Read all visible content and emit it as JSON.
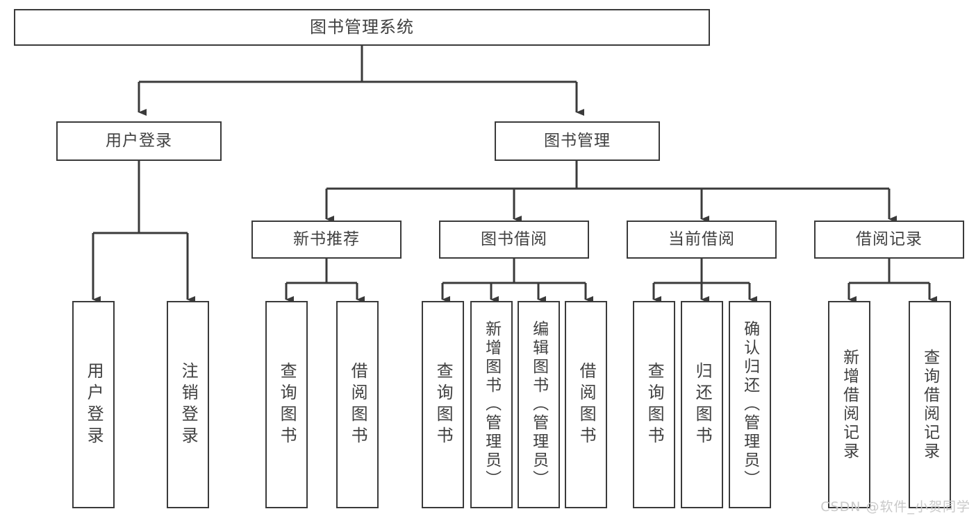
{
  "diagram": {
    "title": "图书管理系统",
    "type": "tree",
    "watermark": "CSDN @软件_小贺同学",
    "colors": {
      "box_stroke": "#3a3a3a",
      "box_fill": "#ffffff",
      "text": "#404040",
      "connector": "#3a3a3a",
      "watermark": "#c9c9c9",
      "background": "#ffffff"
    },
    "nodes": {
      "root": {
        "label": "图书管理系统"
      },
      "level2": [
        {
          "id": "user-login",
          "label": "用户登录"
        },
        {
          "id": "book-manage",
          "label": "图书管理"
        }
      ],
      "level3": [
        {
          "id": "new-book-recommend",
          "label": "新书推荐"
        },
        {
          "id": "book-borrow",
          "label": "图书借阅"
        },
        {
          "id": "current-borrow",
          "label": "当前借阅"
        },
        {
          "id": "borrow-record",
          "label": "借阅记录"
        }
      ],
      "leaves": {
        "user_login": [
          {
            "id": "leaf-user-login",
            "label": "用户登录"
          },
          {
            "id": "leaf-logout-login",
            "label": "注销登录"
          }
        ],
        "new_book_recommend": [
          {
            "id": "leaf-query-book-1",
            "label": "查询图书"
          },
          {
            "id": "leaf-borrow-book-1",
            "label": "借阅图书"
          }
        ],
        "book_borrow": [
          {
            "id": "leaf-query-book-2",
            "label": "查询图书"
          },
          {
            "id": "leaf-add-book",
            "label": "新增图书（管理员）"
          },
          {
            "id": "leaf-edit-book",
            "label": "编辑图书（管理员）"
          },
          {
            "id": "leaf-borrow-book-2",
            "label": "借阅图书"
          }
        ],
        "current_borrow": [
          {
            "id": "leaf-query-book-3",
            "label": "查询图书"
          },
          {
            "id": "leaf-return-book",
            "label": "归还图书"
          },
          {
            "id": "leaf-confirm-return",
            "label": "确认归还（管理员）"
          }
        ],
        "borrow_record": [
          {
            "id": "leaf-add-record",
            "label": "新增借阅记录"
          },
          {
            "id": "leaf-query-record",
            "label": "查询借阅记录"
          }
        ]
      }
    }
  }
}
